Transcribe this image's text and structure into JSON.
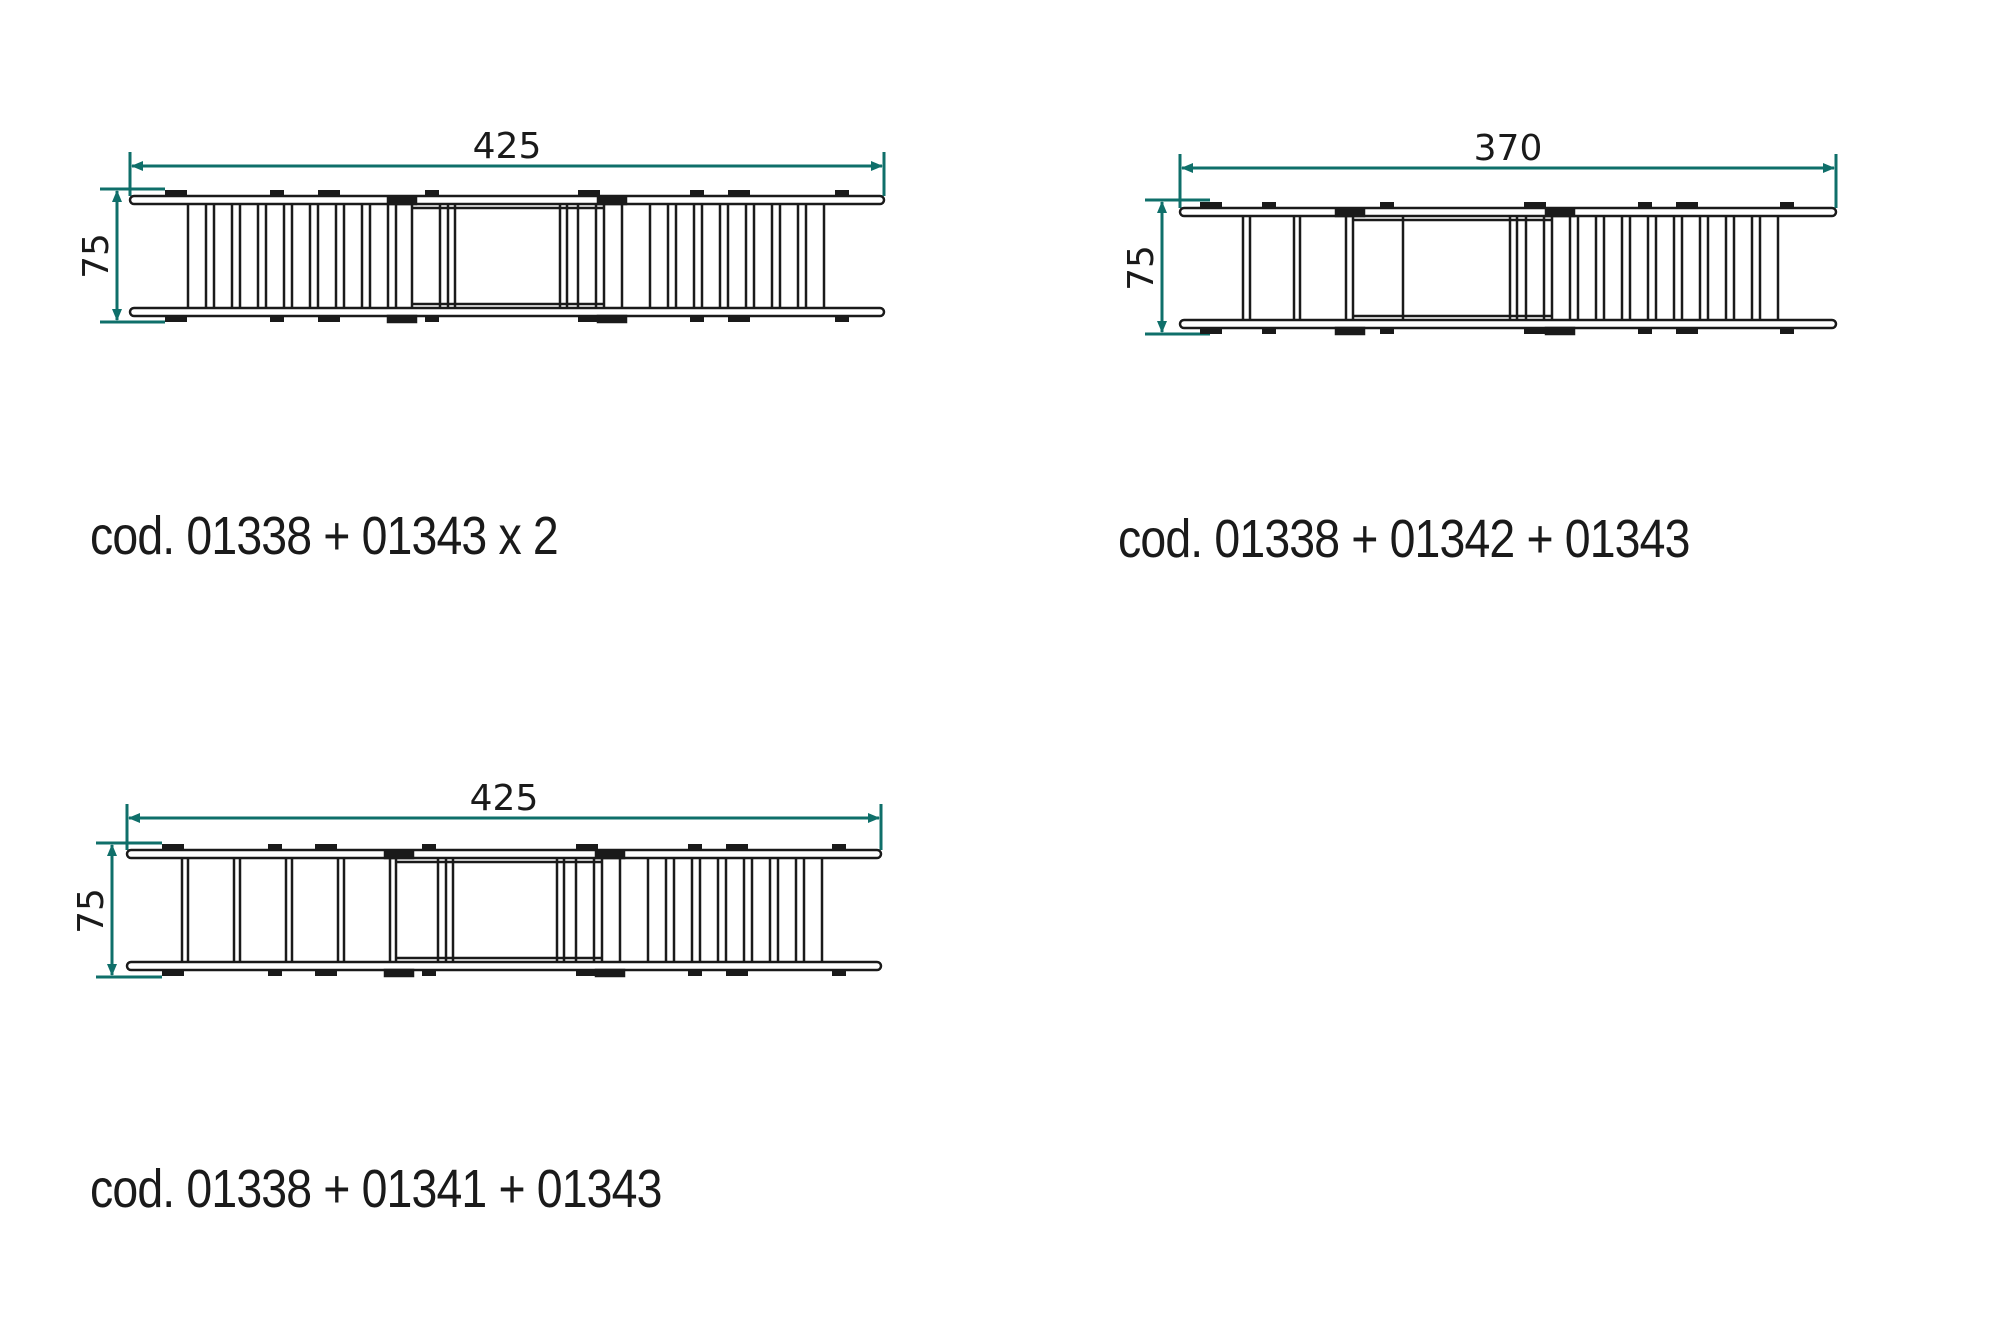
{
  "colors": {
    "dimension": "#0f6f6a",
    "line": "#1a1a1a",
    "background": "#ffffff"
  },
  "diagrams": [
    {
      "length": "425",
      "height": "75",
      "caption": "cod. 01338 + 01343 x 2"
    },
    {
      "length": "370",
      "height": "75",
      "caption": "cod. 01338 + 01342 + 01343"
    },
    {
      "length": "425",
      "height": "75",
      "caption": "cod. 01338 + 01341 + 01343"
    }
  ]
}
